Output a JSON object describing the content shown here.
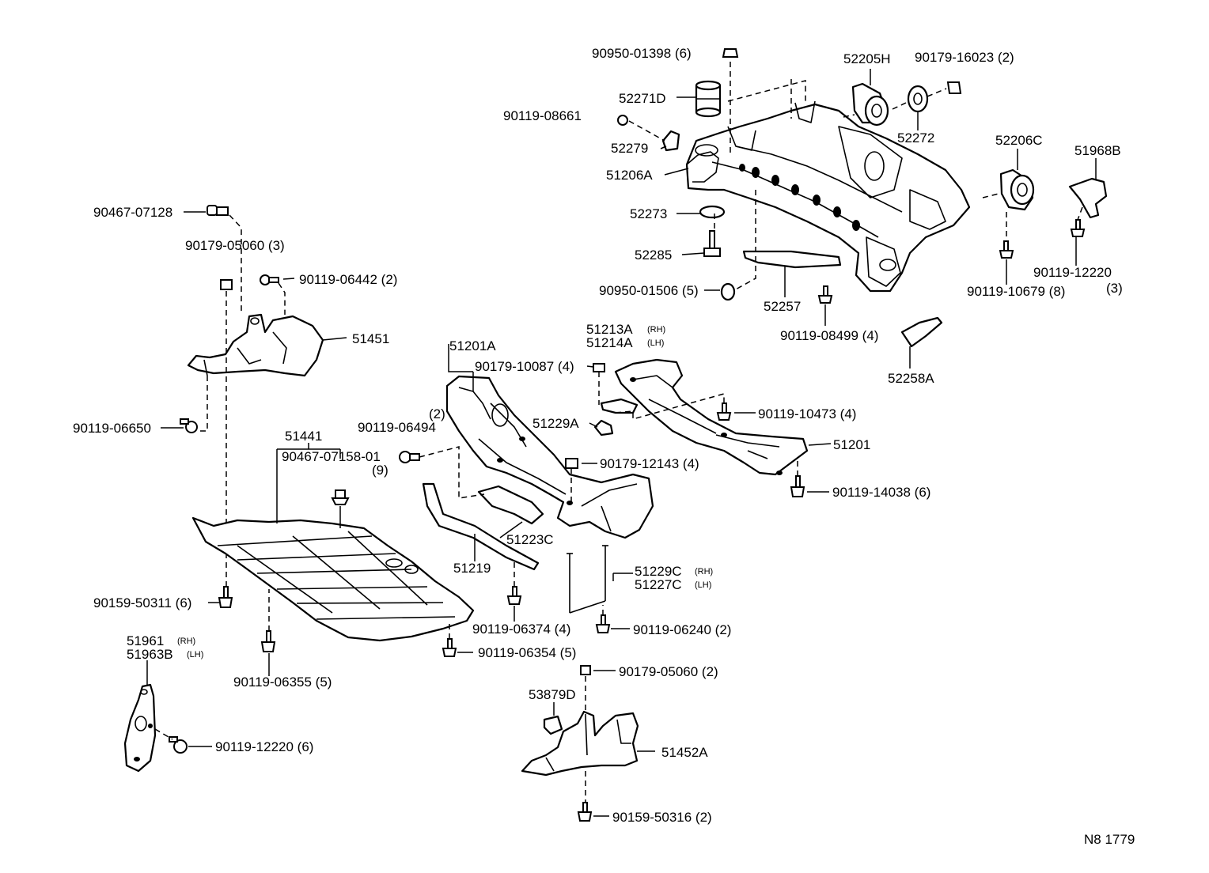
{
  "labels": {
    "l_90950_01398": "90950-01398 (6)",
    "l_52205H": "52205H",
    "l_90179_16023": "90179-16023 (2)",
    "l_52271D": "52271D",
    "l_90119_08661": "90119-08661",
    "l_52272": "52272",
    "l_52279": "52279",
    "l_52206C": "52206C",
    "l_51968B": "51968B",
    "l_51206A": "51206A",
    "l_90467_07128": "90467-07128",
    "l_52273": "52273",
    "l_90179_05060_3": "90179-05060 (3)",
    "l_52285": "52285",
    "l_90119_12220_3a": "90119-12220",
    "l_90119_12220_3b": "(3)",
    "l_90119_06442": "90119-06442 (2)",
    "l_90950_01506": "90950-01506 (5)",
    "l_90119_10679": "90119-10679 (8)",
    "l_52257": "52257",
    "l_51451": "51451",
    "l_51213A": "51213A",
    "l_51213A_rh": "(RH)",
    "l_51214A": "51214A",
    "l_51214A_lh": "(LH)",
    "l_90119_08499": "90119-08499 (4)",
    "l_51201A": "51201A",
    "l_52258A": "52258A",
    "l_90179_10087": "90179-10087 (4)",
    "l_51229A": "51229A",
    "l_90119_10473": "90119-10473 (4)",
    "l_90119_06494_qty": "(2)",
    "l_90119_06494": "90119-06494",
    "l_90119_06650": "90119-06650",
    "l_51441": "51441",
    "l_51201": "51201",
    "l_90467_07158": "90467-07158-01",
    "l_90467_07158_qty": "(9)",
    "l_90179_12143": "90179-12143 (4)",
    "l_90119_14038": "90119-14038 (6)",
    "l_51223C": "51223C",
    "l_51219": "51219",
    "l_51229C": "51229C",
    "l_51229C_rh": "(RH)",
    "l_51227C": "51227C",
    "l_51227C_lh": "(LH)",
    "l_90159_50311": "90159-50311 (6)",
    "l_90119_06374": "90119-06374 (4)",
    "l_90119_06240": "90119-06240 (2)",
    "l_90119_06355": "90119-06355 (5)",
    "l_90119_06354": "90119-06354 (5)",
    "l_51961": "51961",
    "l_51961_rh": "(RH)",
    "l_51963B": "51963B",
    "l_51963B_lh": "(LH)",
    "l_90179_05060_2": "90179-05060 (2)",
    "l_53879D": "53879D",
    "l_51452A": "51452A",
    "l_90119_12220_6": "90119-12220 (6)",
    "l_90159_50316": "90159-50316 (2)",
    "l_code": "N8  1779"
  }
}
